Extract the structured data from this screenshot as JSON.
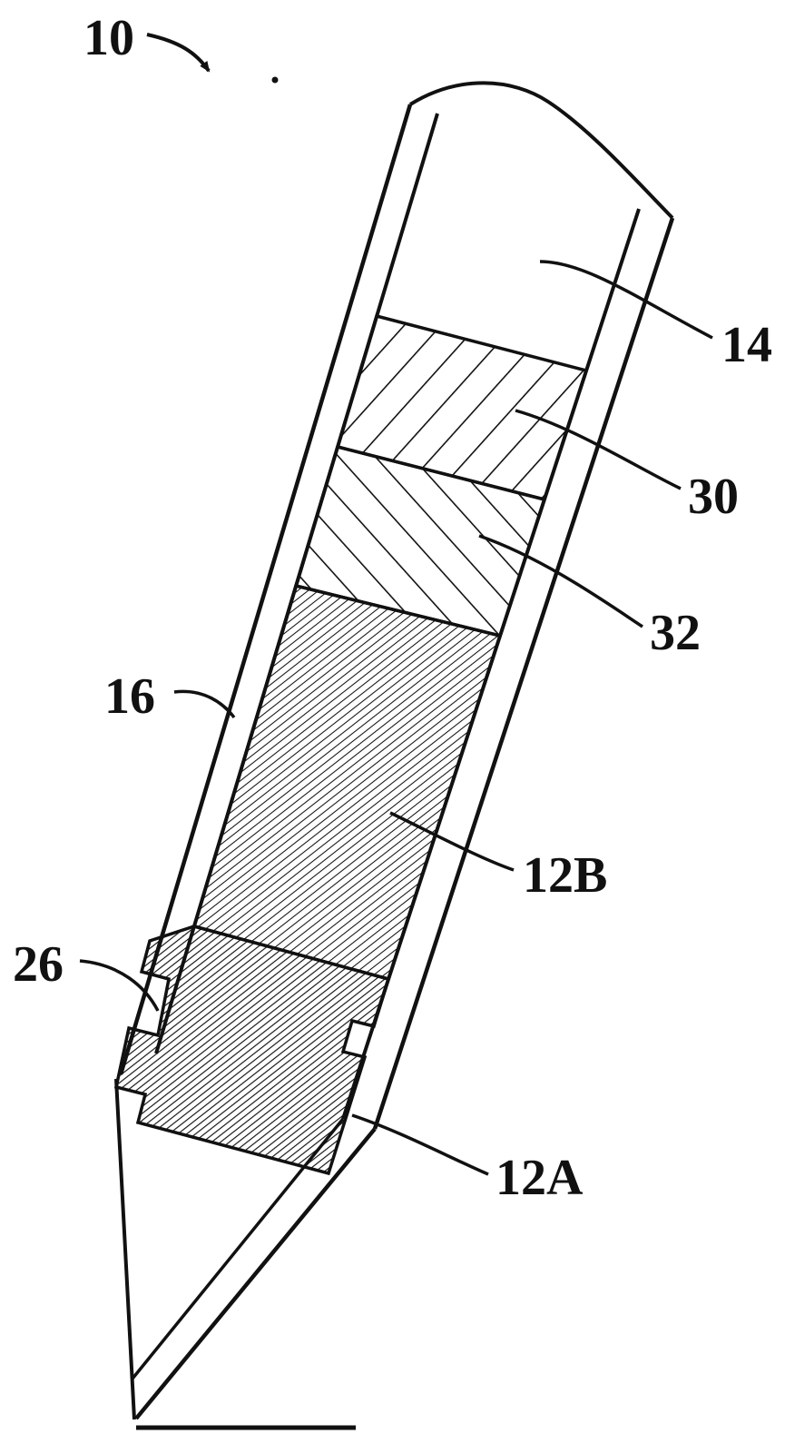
{
  "figure": {
    "labels": {
      "ref10": "10",
      "ref14": "14",
      "ref30": "30",
      "ref32": "32",
      "ref16": "16",
      "ref12b": "12B",
      "ref26": "26",
      "ref12a": "12A"
    },
    "colors": {
      "line": "#111111",
      "background": "#ffffff"
    }
  }
}
